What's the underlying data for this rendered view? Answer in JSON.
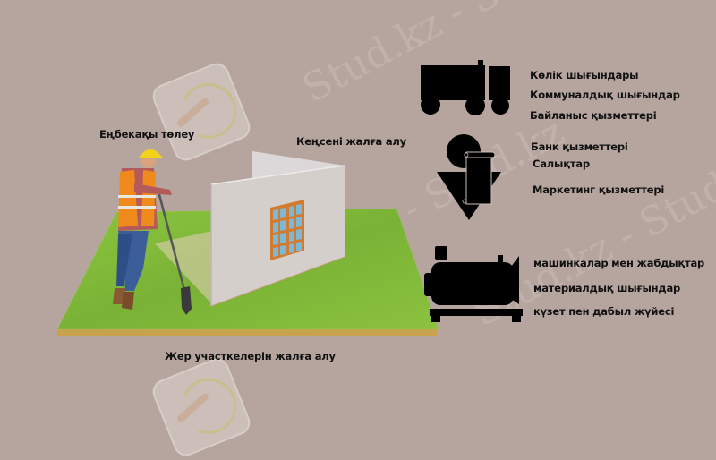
{
  "slide": {
    "background_color": "#b6a59e",
    "left_labels": {
      "salary": "Еңбекақы төлеу",
      "office_rent": "Кеңсені жалға алу",
      "land_rent": "Жер участкелерін жалға алу"
    },
    "groups": [
      {
        "icon": "truck-icon",
        "items": [
          "Көлік шығындары",
          "Коммуналдық шығындар",
          "Байланыс қызметтері"
        ]
      },
      {
        "icon": "tax-document-icon",
        "items": [
          "Банк қызметтері",
          "Салықтар",
          "Маркетинг қызметтері"
        ]
      },
      {
        "icon": "machine-icon",
        "items": [
          "машинкалар мен жабдықтар",
          "материалдық шығындар",
          "күзет пен дабыл жүйесі"
        ]
      }
    ],
    "colors": {
      "grass": "#7fb83a",
      "soil": "#c9a24e",
      "wall": "#d8d0cc",
      "window_frame": "#d27a2e",
      "window_glass": "#7cb8d8",
      "vest": "#f08a1c",
      "helmet": "#f2d21a",
      "icon": "#000000"
    },
    "watermark": {
      "text": "Stud.kz - Stud.kz"
    }
  }
}
